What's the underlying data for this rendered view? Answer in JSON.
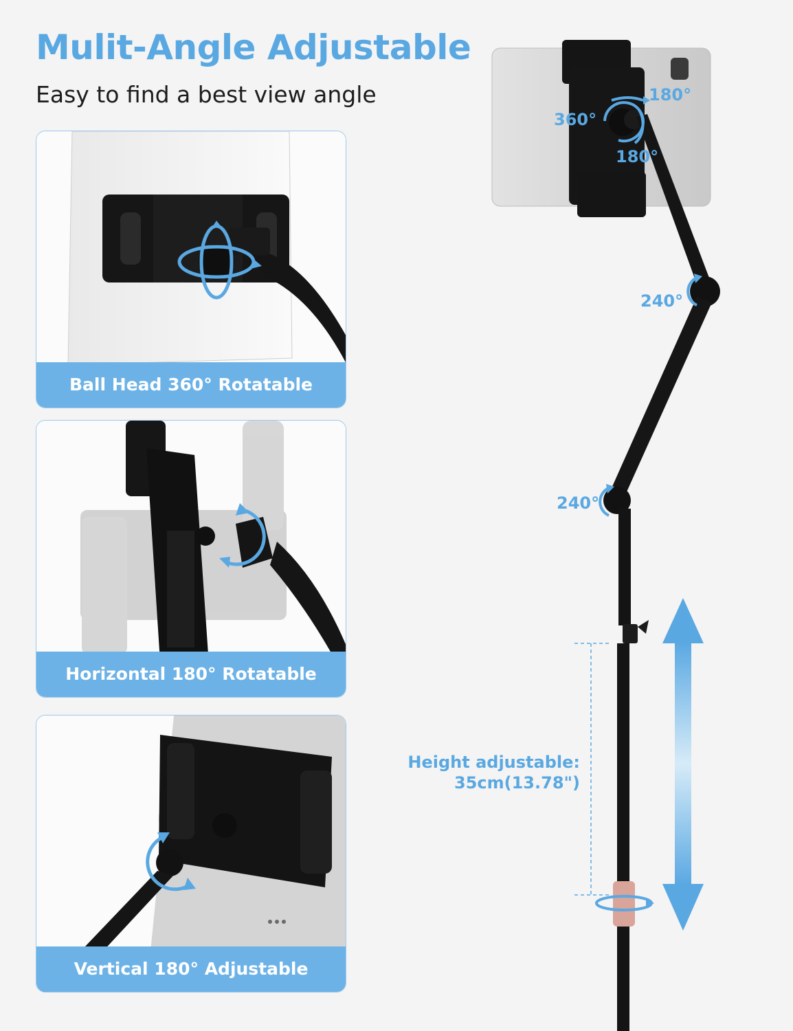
{
  "headline": "Mulit-Angle Adjustable",
  "subheadline": "Easy to find a best view angle",
  "colors": {
    "accent": "#5aa8e2",
    "caption_bar": "#6cb2e6",
    "panel_border": "#9cc9ec",
    "text_dark": "#1c1c1c",
    "stand_black": "#141414",
    "collar_rose": "#d9a49a"
  },
  "panels": [
    {
      "caption": "Ball Head 360° Rotatable"
    },
    {
      "caption": "Horizontal 180° Rotatable"
    },
    {
      "caption": "Vertical 180° Adjustable"
    }
  ],
  "angles": {
    "ball_head": "360°",
    "top_horizontal": "180°",
    "top_vertical": "180°",
    "elbow_joint": "240°",
    "base_joint": "240°"
  },
  "height": {
    "line1": "Height adjustable:",
    "line2": "35cm(13.78\")"
  },
  "icons": [
    "rotation-arrow-icon",
    "double-headed-arrow-icon",
    "dimension-bracket-icon"
  ]
}
